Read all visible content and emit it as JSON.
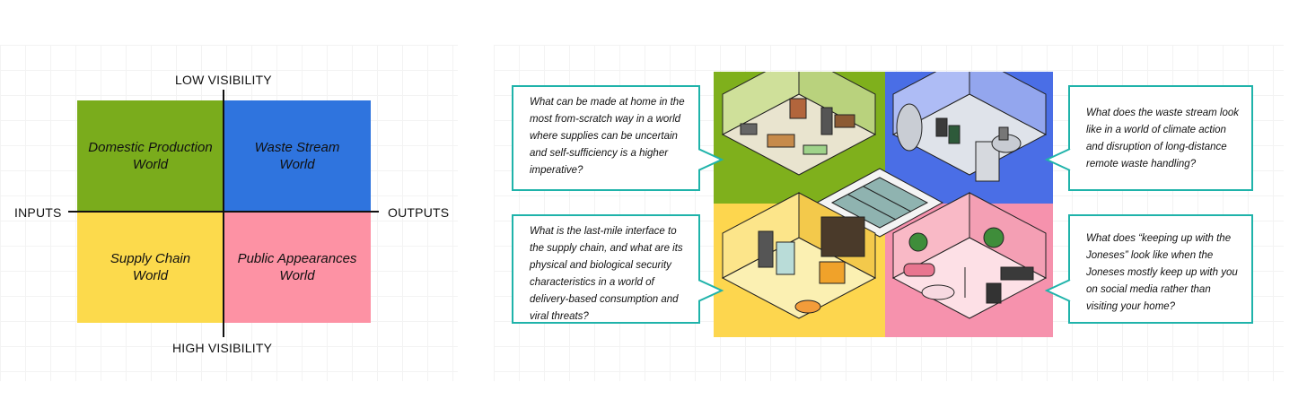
{
  "matrix": {
    "top_label": "LOW VISIBILITY",
    "bottom_label": "HIGH VISIBILITY",
    "left_label": "INPUTS",
    "right_label": "OUTPUTS",
    "quadrants": [
      {
        "line1": "Domestic Production",
        "line2": "World",
        "color": "#7aac1c"
      },
      {
        "line1": "Waste Stream",
        "line2": "World",
        "color": "#2f74de"
      },
      {
        "line1": "Supply Chain",
        "line2": "World",
        "color": "#fcda4c"
      },
      {
        "line1": "Public Appearances",
        "line2": "World",
        "color": "#fd92a4"
      }
    ]
  },
  "scene_colors": {
    "top_left": "#7fb01c",
    "top_right": "#4a6ee6",
    "bottom_left": "#fdd64e",
    "bottom_right": "#f692ad",
    "accent": "#1fb3aa"
  },
  "callouts": {
    "top_left": [
      "What can be made at home in the",
      "most from-scratch way in a world",
      "where supplies can be uncertain",
      "and self-sufficiency is a higher",
      "imperative?"
    ],
    "bottom_left": [
      "What is the last-mile interface to",
      "the supply chain, and what are its",
      "physical and biological security",
      "characteristics in a world of",
      "delivery-based consumption and",
      "viral threats?"
    ],
    "top_right": [
      "What does the waste stream look",
      "like in a world of climate action",
      "and disruption of long-distance",
      "remote waste handling?"
    ],
    "bottom_right": [
      "What does “keeping up with the",
      "Joneses” look like when the",
      "Joneses mostly keep up with you",
      "on social media rather than",
      "visiting your home?"
    ]
  }
}
